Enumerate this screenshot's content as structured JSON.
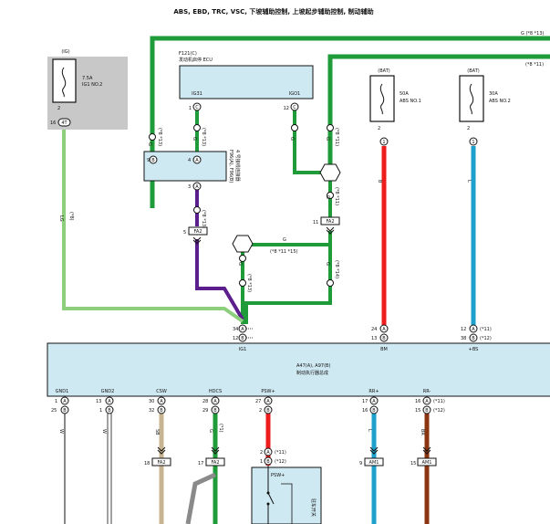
{
  "title": "ABS, EBD, TRC, VSC, 下坡辅助控制, 上坡起步辅助控制, 制动辅助",
  "colors": {
    "green": "#1f9b3a",
    "light_green": "#8ecf7e",
    "purple": "#5b1e8c",
    "red": "#ee1c1c",
    "cyan": "#1ea0cc",
    "tan": "#c9b491",
    "brown": "#8b3410",
    "gray": "#8a8a8a",
    "box_fill": "#cfe9f2",
    "fuse_bg": "#c8c8c8"
  },
  "fuses": {
    "ig": {
      "header": "(IG)",
      "name": "7.5A",
      "subname": "IG1 NO.2",
      "pin": "2",
      "conn_pin": "16",
      "conn": "4T"
    },
    "abs1": {
      "header": "(BAT)",
      "name": "50A",
      "subname": "ABS NO.1",
      "pin": "2",
      "wire_pin": "1"
    },
    "abs2": {
      "header": "(BAT)",
      "name": "30A",
      "subname": "ABS NO.2",
      "pin": "2",
      "wire_pin": "1"
    }
  },
  "engine_ecu": {
    "ref": "F121(C)",
    "name": "发动机启停 ECU",
    "pin_ig31": {
      "label": "IG31",
      "num": "1",
      "conn": "C"
    },
    "pin_igo1": {
      "label": "IGO1",
      "num": "12",
      "conn": "C"
    }
  },
  "relay": {
    "ref": "F96(A), F96(B)",
    "name": "4 号接线连接器",
    "pins": [
      {
        "num": "9",
        "conn": "B"
      },
      {
        "num": "4",
        "conn": "A"
      },
      {
        "num": "3",
        "conn": "A"
      }
    ]
  },
  "wire_labels": {
    "g": "G",
    "lg": "LG",
    "g_w1": "(*8 *11)",
    "g_w1x": "G (*8 *11)",
    "g_w13": "(*8 *13)",
    "g_w11": "(*8 *11)",
    "g_w11_13": "(*8 *11 *15)",
    "g_w14": "(*8 *14)",
    "lg_w8": "(*8)",
    "top_right1": "G (*8 *13)",
    "top_right2": "(*8 *11)",
    "b": "B",
    "w": "W",
    "sb": "SB",
    "l": "L",
    "br": "BR",
    "v": "V",
    "x1": "(*1)",
    "x11": "(*11)",
    "x12": "(*12)"
  },
  "connectors": {
    "fa2_5": {
      "num": "5",
      "name": "FA2"
    },
    "fa2_11": {
      "num": "11",
      "name": "FA2"
    },
    "fa2_18": {
      "num": "18",
      "name": "FA2"
    },
    "fa2_17": {
      "num": "17",
      "name": "FA2"
    },
    "am1_9": {
      "num": "9",
      "name": "AM1"
    },
    "am1_15": {
      "num": "15",
      "name": "AM1"
    }
  },
  "actuator": {
    "ref": "A47(A), A97(B)",
    "name": "制动执行器总成",
    "top_pins": [
      {
        "group": "IG1",
        "a": "34",
        "a_conn": "A",
        "b": "12",
        "b_conn": "B"
      },
      {
        "group": "BM",
        "a": "24",
        "a_conn": "A",
        "b": "13",
        "b_conn": "B"
      },
      {
        "group": "+BS",
        "a": "12",
        "a_conn": "A",
        "b": "38",
        "b_conn": "B",
        "a_note": "(*11)",
        "b_note": "(*12)"
      }
    ],
    "bottom_pins": [
      {
        "group": "GND1",
        "a": "1",
        "a_conn": "A",
        "b": "25",
        "b_conn": "B"
      },
      {
        "group": "GND2",
        "a": "13",
        "a_conn": "A",
        "b": "1",
        "b_conn": "B"
      },
      {
        "group": "CSW",
        "a": "30",
        "a_conn": "A",
        "b": "32",
        "b_conn": "B"
      },
      {
        "group": "HDCS",
        "a": "28",
        "a_conn": "A",
        "b": "29",
        "b_conn": "B"
      },
      {
        "group": "PSW+",
        "a": "27",
        "a_conn": "A",
        "b": "2",
        "b_conn": "B"
      },
      {
        "group": "RR+",
        "a": "17",
        "a_conn": "A",
        "b": "16",
        "b_conn": "B"
      },
      {
        "group": "RR-",
        "a": "16",
        "a_conn": "A",
        "b": "15",
        "b_conn": "B",
        "a_note": "(*11)",
        "b_note": "(*12)"
      }
    ]
  },
  "switch_box": {
    "pin_a": "2",
    "pin_a_conn": "A",
    "pin_b": "1",
    "pin_b_conn": "B",
    "note_a": "(*11)",
    "note_b": "(*12)",
    "label": "PSW+",
    "side_label": "驻车开关"
  }
}
